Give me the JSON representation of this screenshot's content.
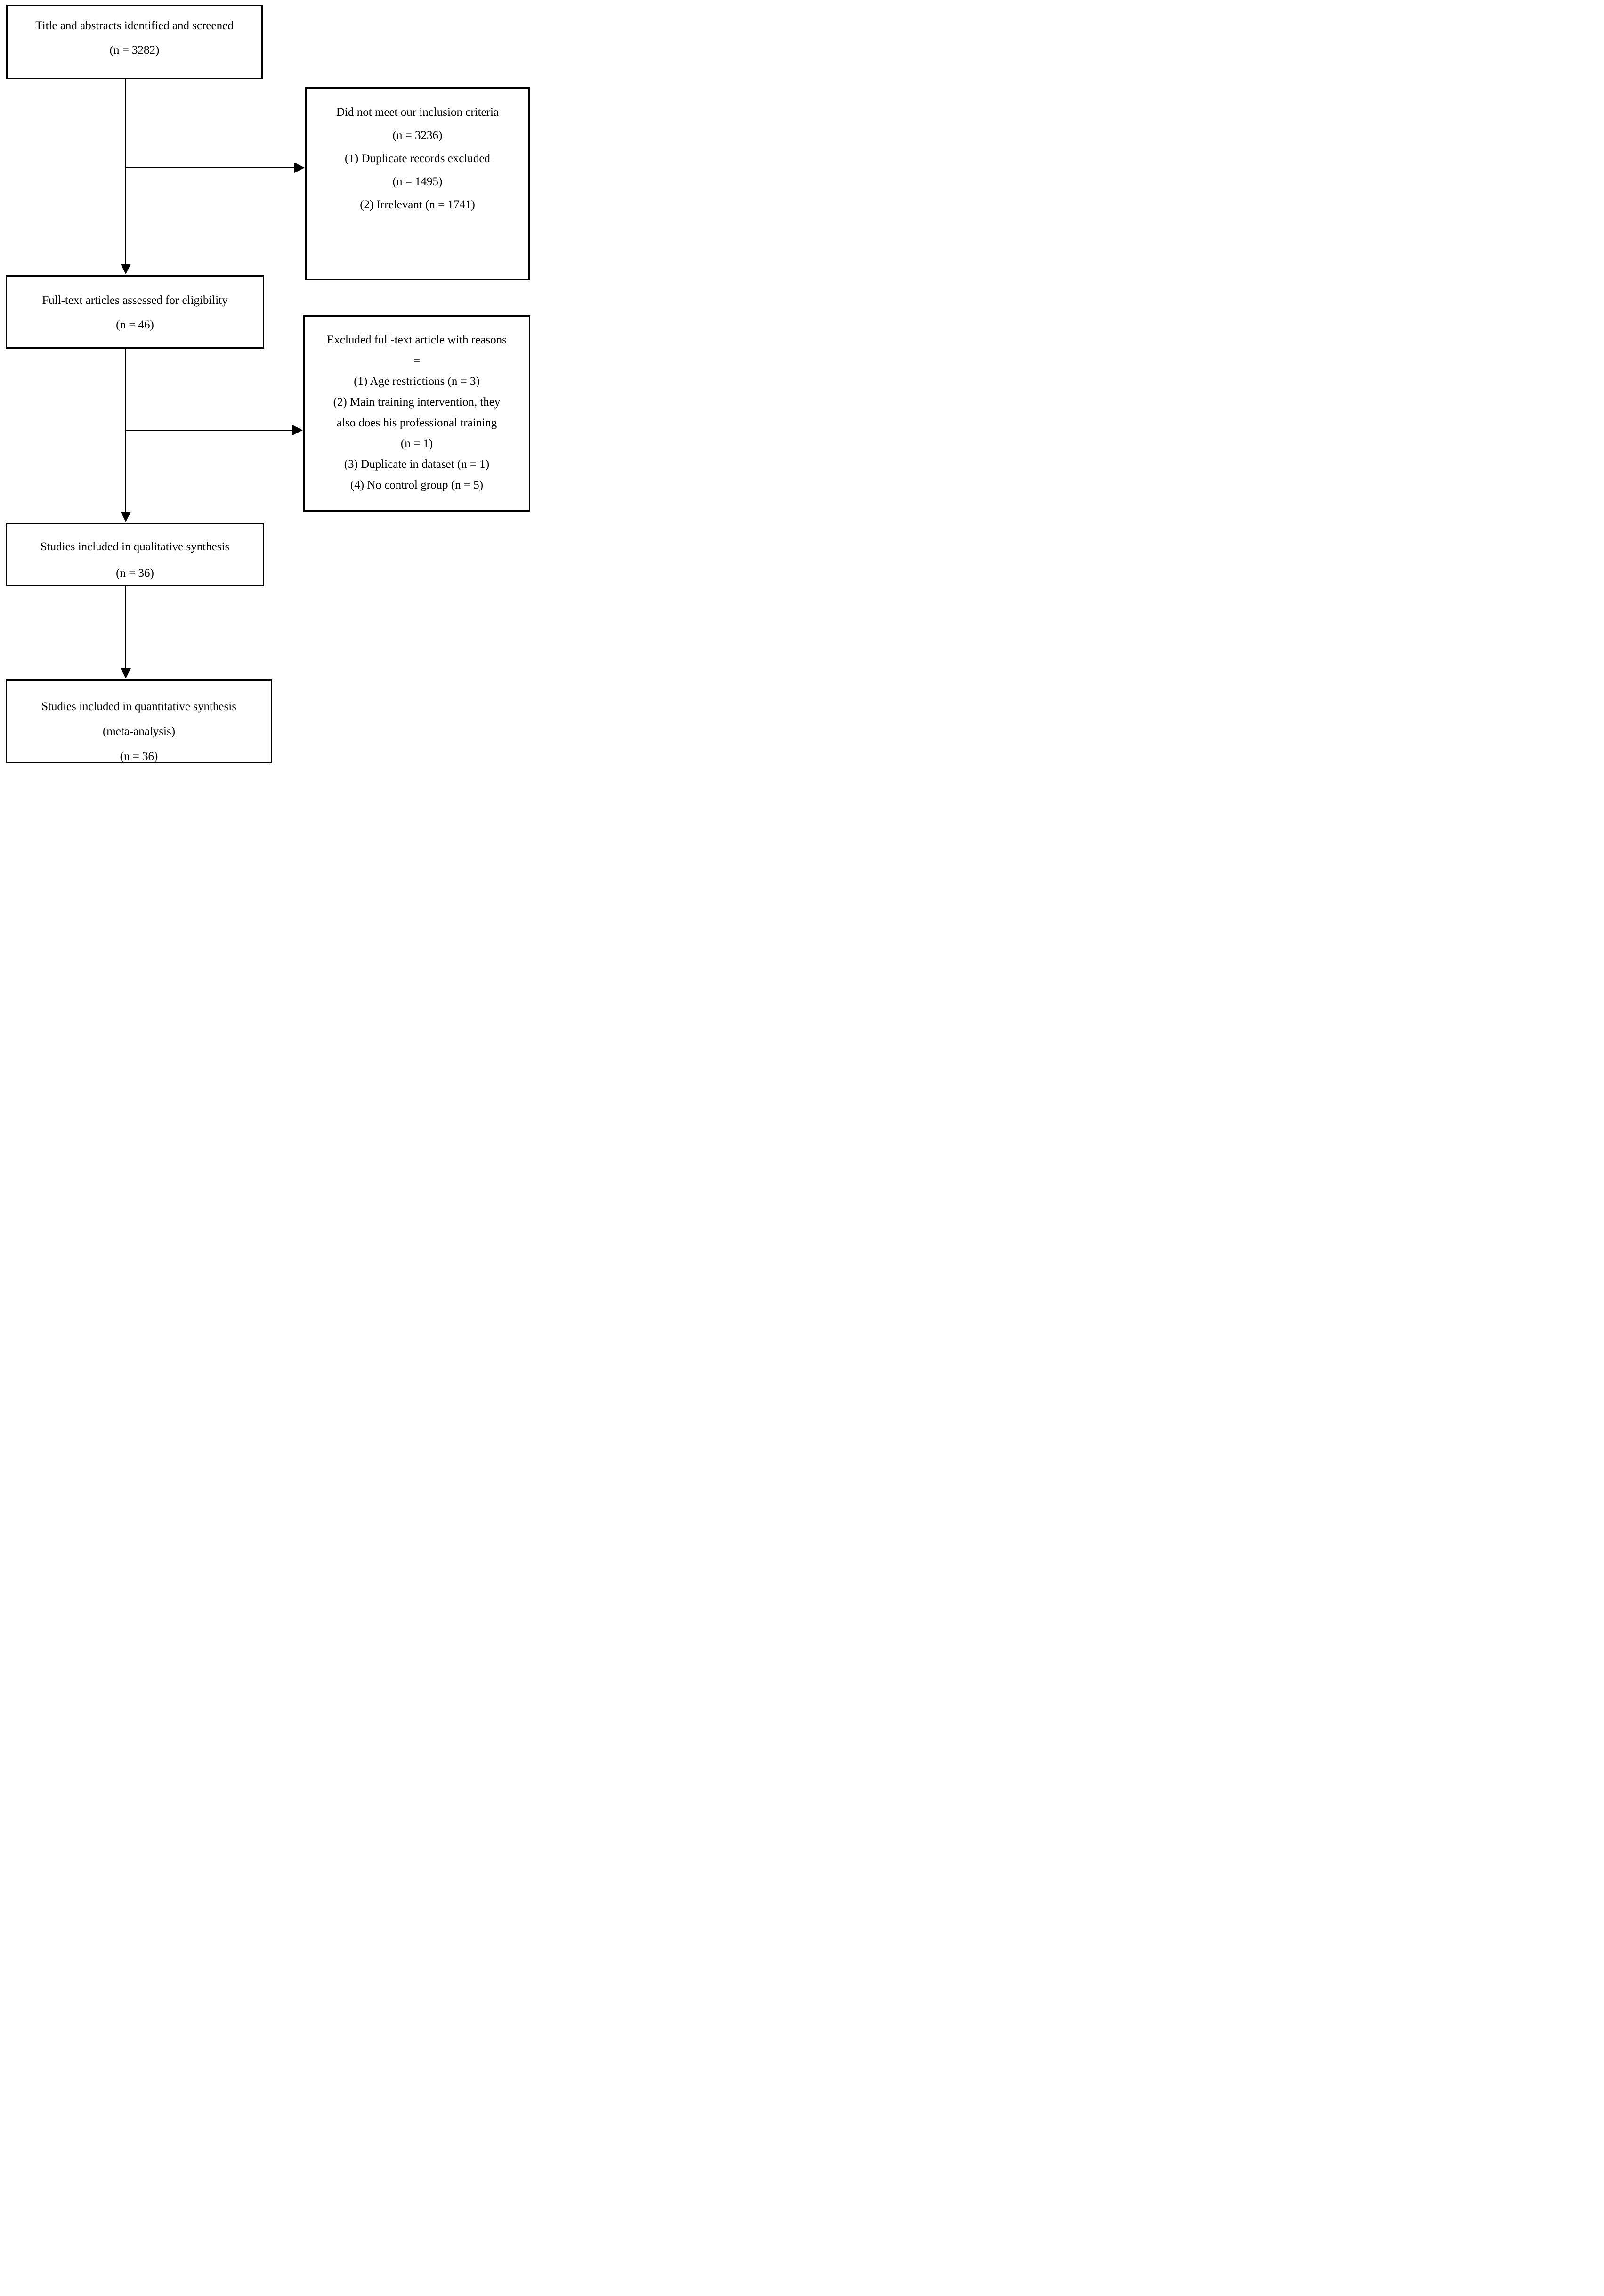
{
  "diagram": {
    "colors": {
      "border": "#000000",
      "background": "#ffffff",
      "text": "#000000"
    },
    "boxes": {
      "screening": {
        "lines": [
          "Title and abstracts identified and screened",
          "(n = 3282)"
        ]
      },
      "excluded_screening": {
        "lines": [
          "Did not meet our inclusion criteria",
          "(n = 3236)",
          "(1) Duplicate records excluded",
          "(n = 1495)",
          "(2) Irrelevant (n = 1741)"
        ]
      },
      "eligibility": {
        "lines": [
          "Full-text articles assessed for eligibility",
          "(n = 46)"
        ]
      },
      "excluded_fulltext": {
        "lines": [
          "Excluded full-text article with reasons",
          "=",
          "(1) Age restrictions (n = 3)",
          "(2) Main training intervention, they",
          "also does his professional training",
          "(n = 1)",
          "(3) Duplicate in dataset (n = 1)",
          "(4) No control group (n = 5)"
        ]
      },
      "qualitative": {
        "lines": [
          "Studies included in qualitative synthesis",
          "(n = 36)"
        ]
      },
      "quantitative": {
        "lines": [
          "Studies included in quantitative synthesis",
          "(meta-analysis)",
          "(n = 36)"
        ]
      }
    }
  }
}
